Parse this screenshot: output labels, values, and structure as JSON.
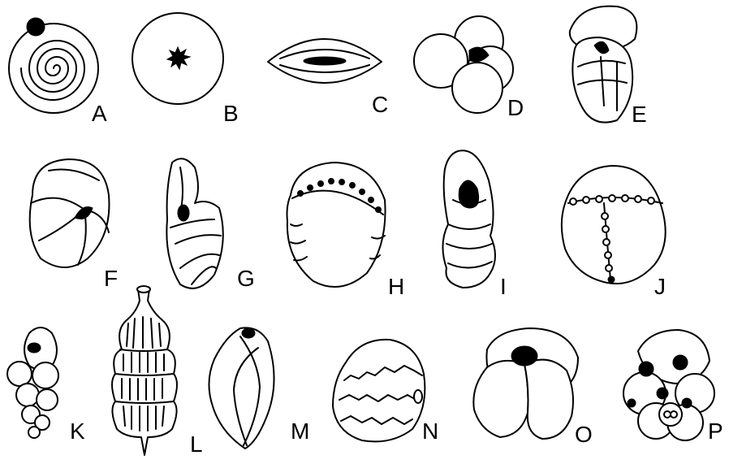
{
  "figure": {
    "labels": {
      "a": "A",
      "b": "B",
      "c": "C",
      "d": "D",
      "e": "E",
      "f": "F",
      "g": "G",
      "h": "H",
      "i": "I",
      "j": "J",
      "k": "K",
      "l": "L",
      "m": "M",
      "n": "N",
      "o": "O",
      "p": "P"
    },
    "colors": {
      "ink": "#000000",
      "background": "#ffffff"
    }
  }
}
